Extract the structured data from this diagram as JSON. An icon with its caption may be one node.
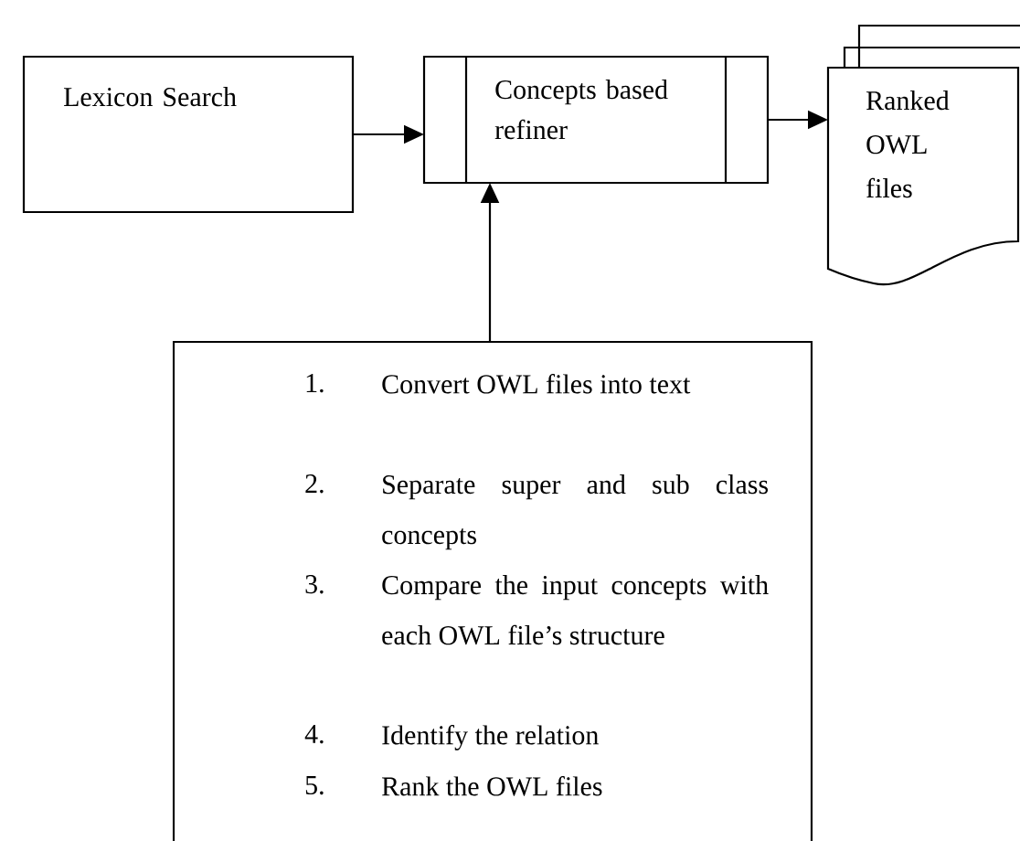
{
  "diagram": {
    "nodes": [
      {
        "text": [
          "Lexicon Search"
        ]
      },
      {
        "text": [
          "Concepts based refiner"
        ]
      },
      {
        "text": [
          "Ranked OWL files"
        ]
      },
      {
        "text": [
          "1.",
          "Convert OWL files into text",
          "2.",
          "Separate super and sub class concepts",
          "3.",
          "Compare the input concepts with each OWL file’s structure",
          "4.",
          "Identify the relation",
          "5.",
          "Rank the OWL files"
        ]
      }
    ],
    "edges": [
      {
        "from": 0,
        "to": 1,
        "arrow": "to"
      },
      {
        "from": 1,
        "to": 2,
        "arrow": "to"
      },
      {
        "from": 3,
        "to": 1,
        "arrow": "to"
      }
    ]
  }
}
